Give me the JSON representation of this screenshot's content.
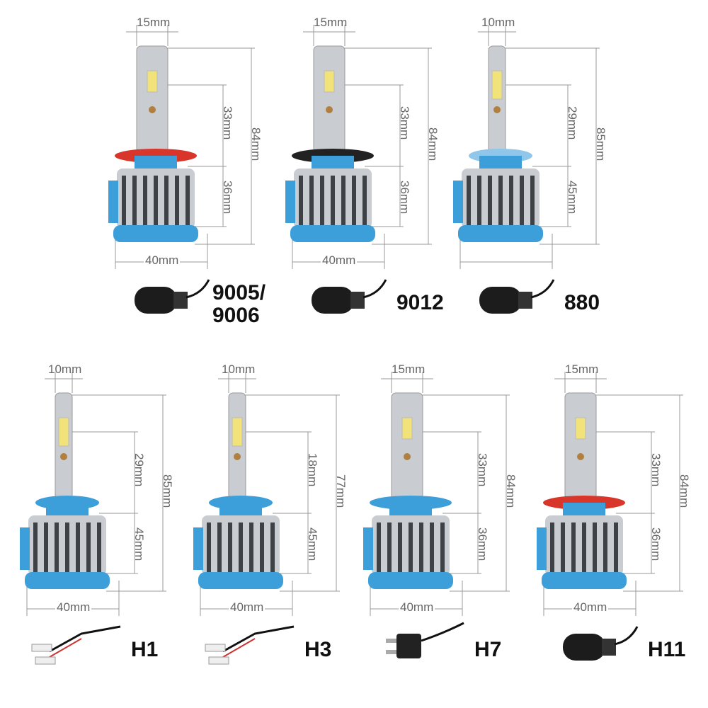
{
  "colors": {
    "blue": "#3c9fd9",
    "silver": "#c9cdd2",
    "fin_dark": "#3e4247",
    "dimension_line": "#999999"
  },
  "bulbs": [
    {
      "model": "9005/\n9006",
      "tip_width": "15mm",
      "upper_height": "33mm",
      "lower_height": "36mm",
      "total_height": "84mm",
      "base_width": "40mm",
      "collar": "#d8362b",
      "tube": "wide",
      "connector": "plug"
    },
    {
      "model": "9012",
      "tip_width": "15mm",
      "upper_height": "33mm",
      "lower_height": "36mm",
      "total_height": "84mm",
      "base_width": "40mm",
      "collar": "#222222",
      "tube": "wide",
      "connector": "plug"
    },
    {
      "model": "880",
      "tip_width": "10mm",
      "upper_height": "29mm",
      "lower_height": "45mm",
      "total_height": "85mm",
      "base_width": "",
      "collar": "#8fc6ea",
      "tube": "narrow",
      "connector": "plug"
    },
    {
      "model": "H1",
      "tip_width": "10mm",
      "upper_height": "29mm",
      "lower_height": "45mm",
      "total_height": "85mm",
      "base_width": "40mm",
      "collar": "#3c9fd9",
      "tube": "narrow",
      "connector": "wires"
    },
    {
      "model": "H3",
      "tip_width": "10mm",
      "upper_height": "18mm",
      "lower_height": "45mm",
      "total_height": "77mm",
      "base_width": "40mm",
      "collar": "#3c9fd9",
      "tube": "narrow",
      "connector": "wires"
    },
    {
      "model": "H7",
      "tip_width": "15mm",
      "upper_height": "33mm",
      "lower_height": "36mm",
      "total_height": "84mm",
      "base_width": "40mm",
      "collar": "#3c9fd9",
      "tube": "wide",
      "connector": "h7plug"
    },
    {
      "model": "H11",
      "tip_width": "15mm",
      "upper_height": "33mm",
      "lower_height": "36mm",
      "total_height": "84mm",
      "base_width": "40mm",
      "collar": "#d8362b",
      "tube": "wide",
      "connector": "plug"
    }
  ]
}
